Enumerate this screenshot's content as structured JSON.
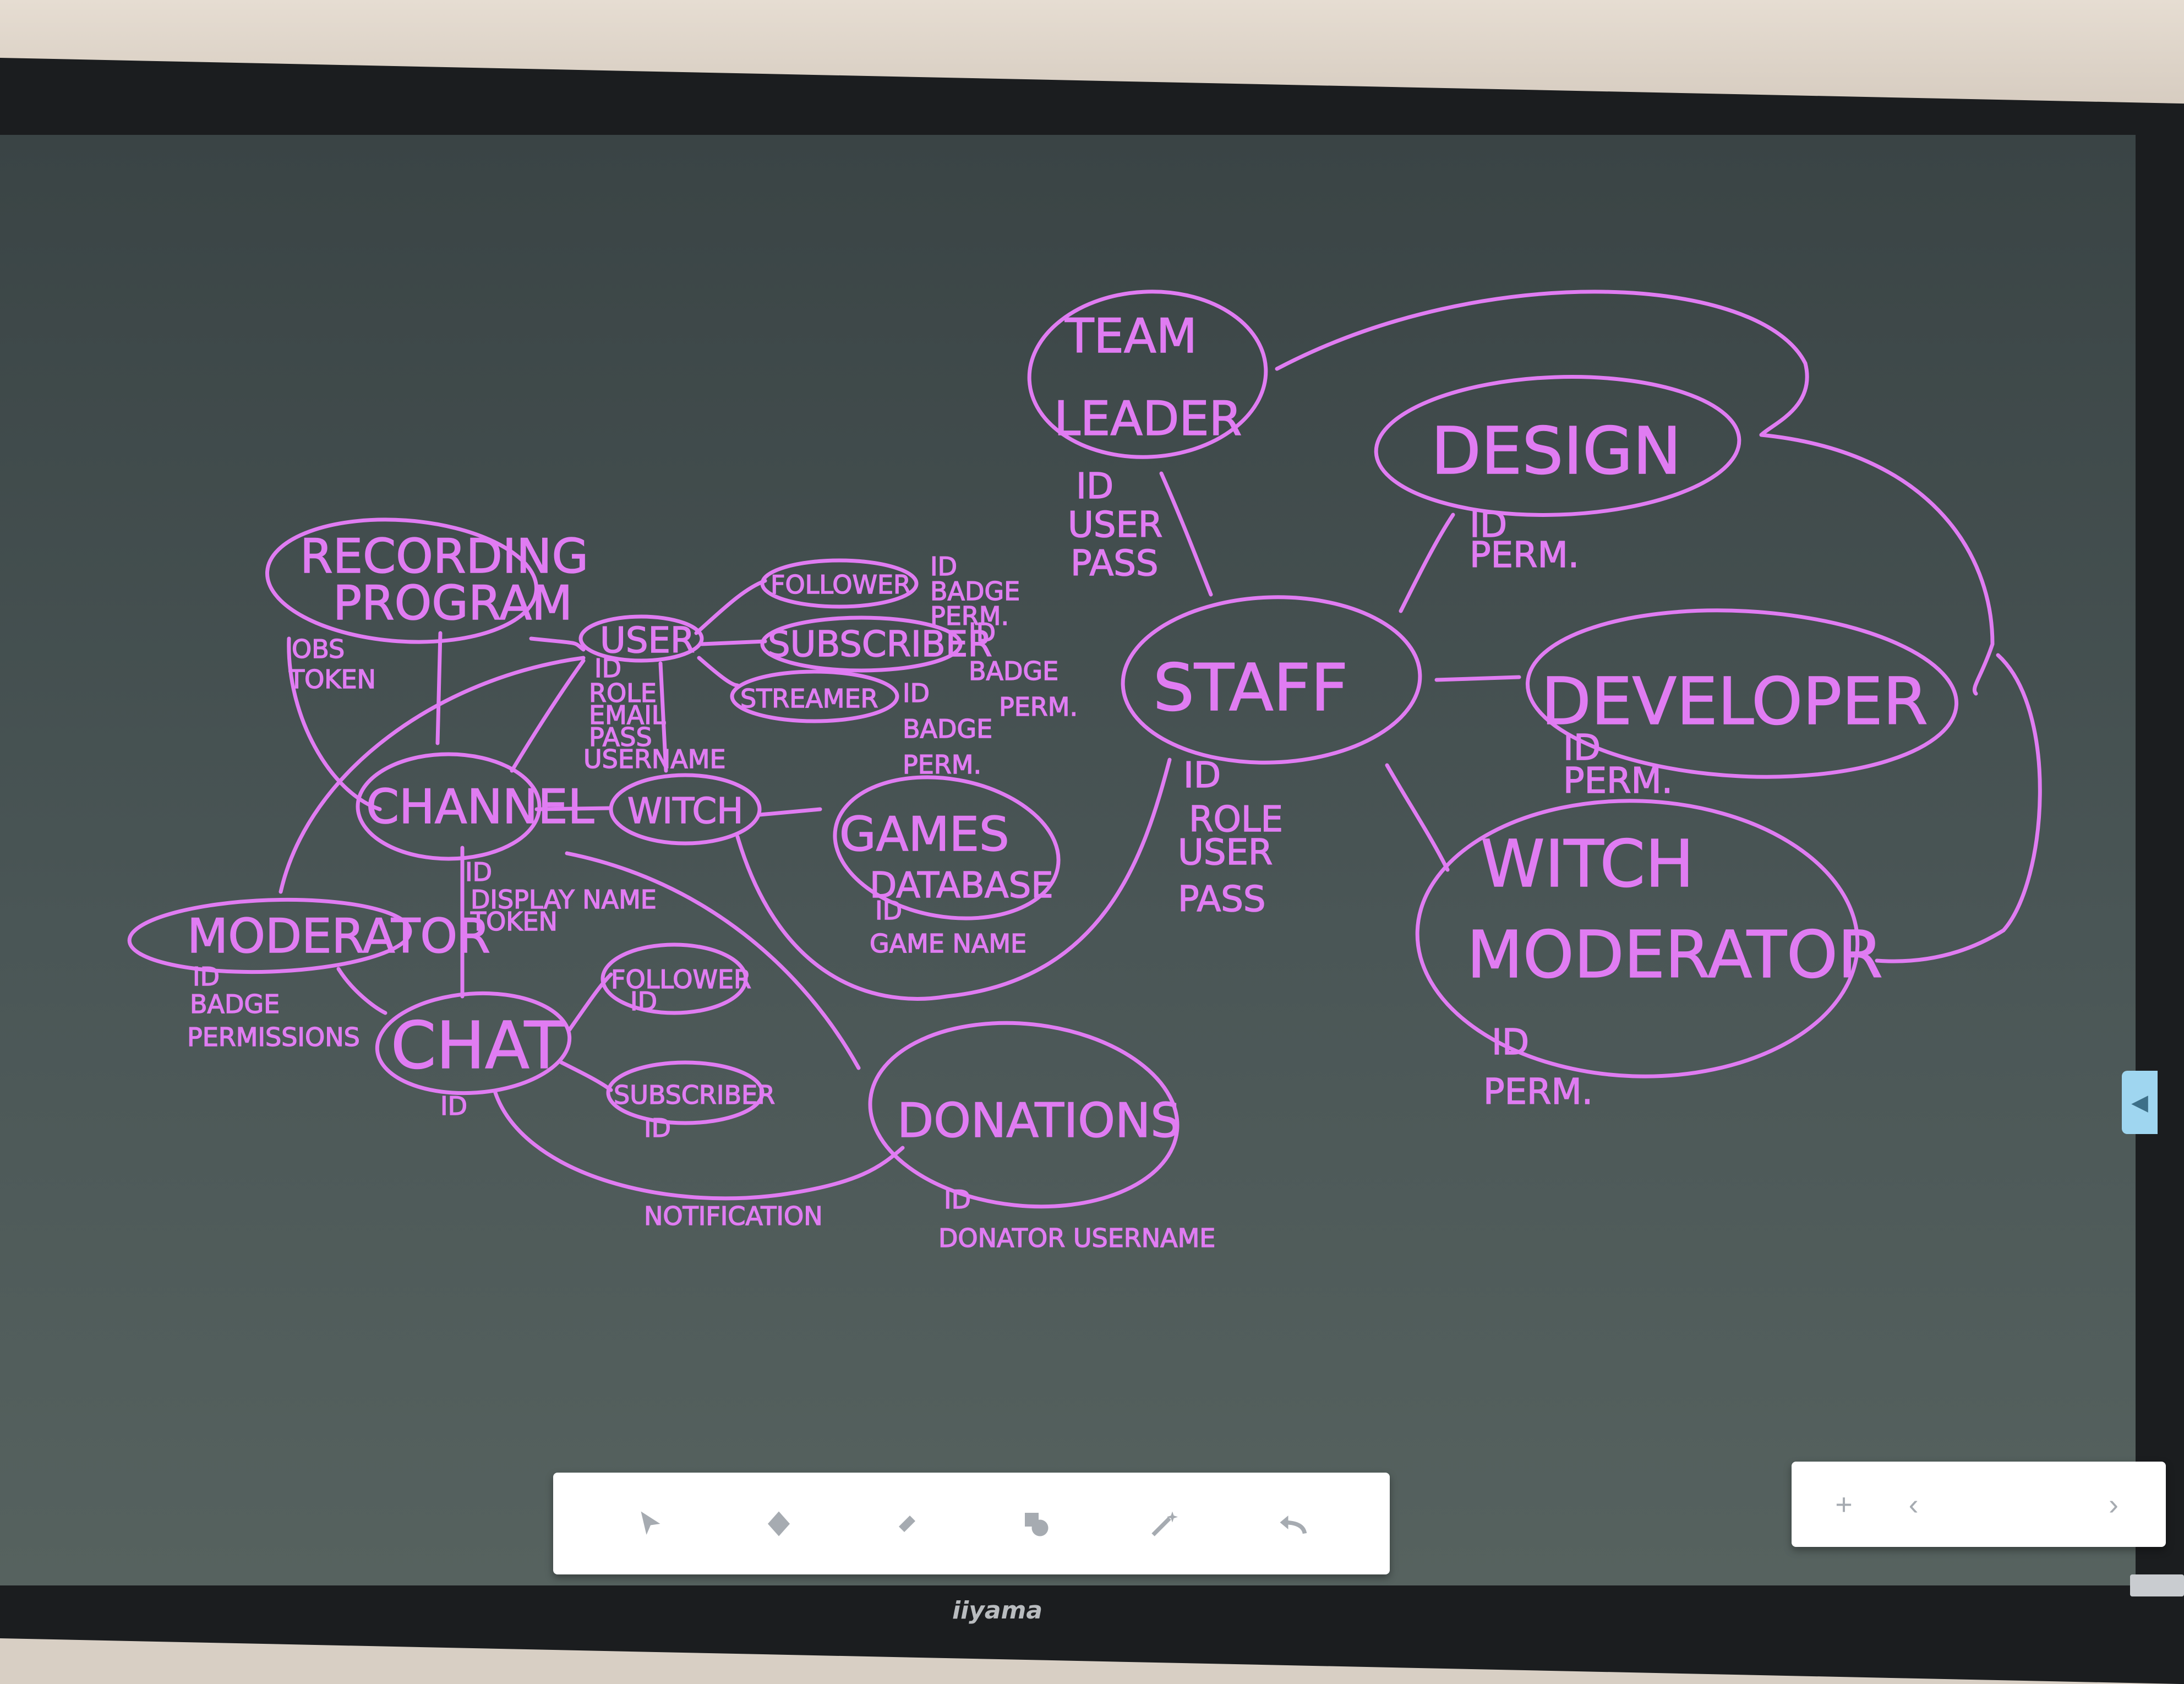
{
  "display": {
    "brand": "iiyama"
  },
  "diagram": {
    "nodes": {
      "team_leader": [
        "TEAM",
        "LEADER"
      ],
      "design": "DESIGN",
      "staff": "STAFF",
      "developer": "DEVELOPER",
      "witch_moderator": [
        "WITCH",
        "MODERATOR"
      ],
      "recording_program": [
        "RECORDING",
        "PROGRAM"
      ],
      "user": "USER",
      "follower_top": "FOLLOWER",
      "subscriber_top": "SUBSCRIBER",
      "streamer": "STREAMER",
      "channel": "CHANNEL",
      "witch": "WITCH",
      "games_database": [
        "GAMES",
        "DATABASE"
      ],
      "moderator": "MODERATOR",
      "chat": "CHAT",
      "follower_bottom": "FOLLOWER",
      "subscriber_bottom": "SUBSCRIBER",
      "donations": "DONATIONS"
    },
    "attributes": {
      "team_leader": [
        "ID",
        "USER",
        "PASS"
      ],
      "design": [
        "ID",
        "PERM."
      ],
      "staff": [
        "ID",
        "ROLE",
        "USER",
        "PASS"
      ],
      "developer": [
        "ID",
        "PERM."
      ],
      "witch_moderator": [
        "ID",
        "PERM."
      ],
      "recording_program": [
        "OBS",
        "TOKEN"
      ],
      "user": [
        "ID",
        "ROLE",
        "EMAIL",
        "PASS",
        "USERNAME"
      ],
      "follower_top": [
        "ID",
        "BADGE",
        "PERM."
      ],
      "subscriber_top": [
        "ID",
        "BADGE",
        "PERM."
      ],
      "streamer": [
        "ID",
        "BADGE",
        "PERM."
      ],
      "channel": [
        "ID",
        "DISPLAY NAME",
        "TOKEN"
      ],
      "games_database": [
        "ID",
        "GAME NAME"
      ],
      "moderator": [
        "ID",
        "BADGE",
        "PERMISSIONS"
      ],
      "chat": [
        "ID"
      ],
      "follower_bottom": [
        "ID"
      ],
      "subscriber_bottom": [
        "ID"
      ],
      "donations": [
        "ID",
        "DONATOR USERNAME"
      ]
    },
    "edge_labels": {
      "notification": "NOTIFICATION"
    }
  },
  "toolbar": {
    "tools": [
      {
        "id": "select",
        "icon": "cursor-icon"
      },
      {
        "id": "pen",
        "icon": "pen-icon"
      },
      {
        "id": "eraser",
        "icon": "eraser-icon"
      },
      {
        "id": "shapes",
        "icon": "shapes-icon"
      },
      {
        "id": "magic",
        "icon": "magic-wand-icon"
      },
      {
        "id": "undo",
        "icon": "undo-icon"
      }
    ]
  },
  "page_nav": {
    "add": "+",
    "prev": "‹",
    "next": "›"
  },
  "colors": {
    "ink": "#e07cf2",
    "board": "#46514f",
    "toolbar": "#ffffff"
  }
}
